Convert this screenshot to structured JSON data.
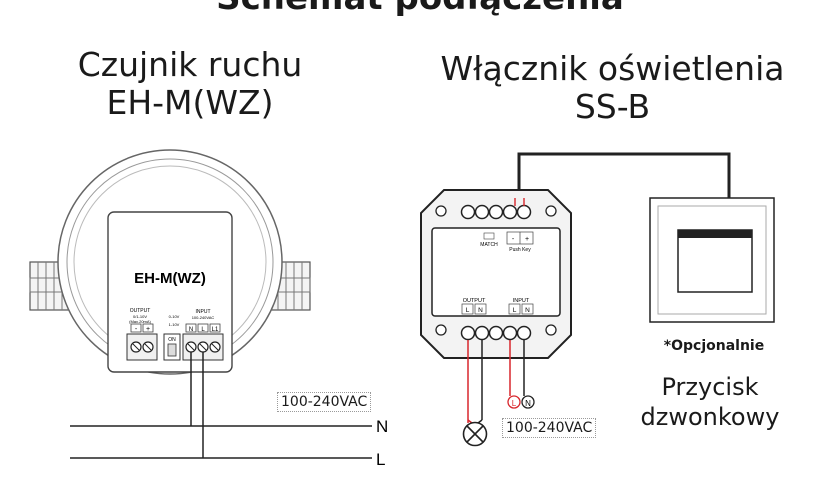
{
  "heading": "Schemat podłączenia",
  "sensor": {
    "title_line1": "Czujnik ruchu",
    "title_line2": "EH-M(WZ)",
    "model_label": "EH-M(WZ)",
    "output_label": "OUTPUT",
    "output_sub1": "0/1-10V",
    "output_sub2": "(Max.20mA)",
    "input_label": "INPUT",
    "input_sub": "100-240VAC",
    "term_minus": "-",
    "term_plus": "+",
    "term_n": "N",
    "term_l": "L",
    "term_l1": "L1",
    "switch_on": "ON",
    "switch_off": "1-10V",
    "switch_top": "0-10V",
    "voltage": "100-240VAC"
  },
  "switch_module": {
    "title_line1": "Włącznik oświetlenia",
    "title_line2": "SS-B",
    "match_label": "MATCH",
    "push_label": "Push Key",
    "push_minus": "-",
    "push_plus": "+",
    "output_label": "OUTPUT",
    "input_label": "INPUT",
    "term_l": "L",
    "term_n": "N",
    "wire_l": "L",
    "wire_n": "N",
    "voltage": "100-240VAC"
  },
  "button": {
    "optional": "*Opcjonalnie",
    "name_line1": "Przycisk",
    "name_line2": "dzwonkowy"
  },
  "lines": {
    "n_label": "N",
    "l_label": "L"
  },
  "colors": {
    "wire_red": "#d8262c",
    "wire_dark": "#222222"
  }
}
